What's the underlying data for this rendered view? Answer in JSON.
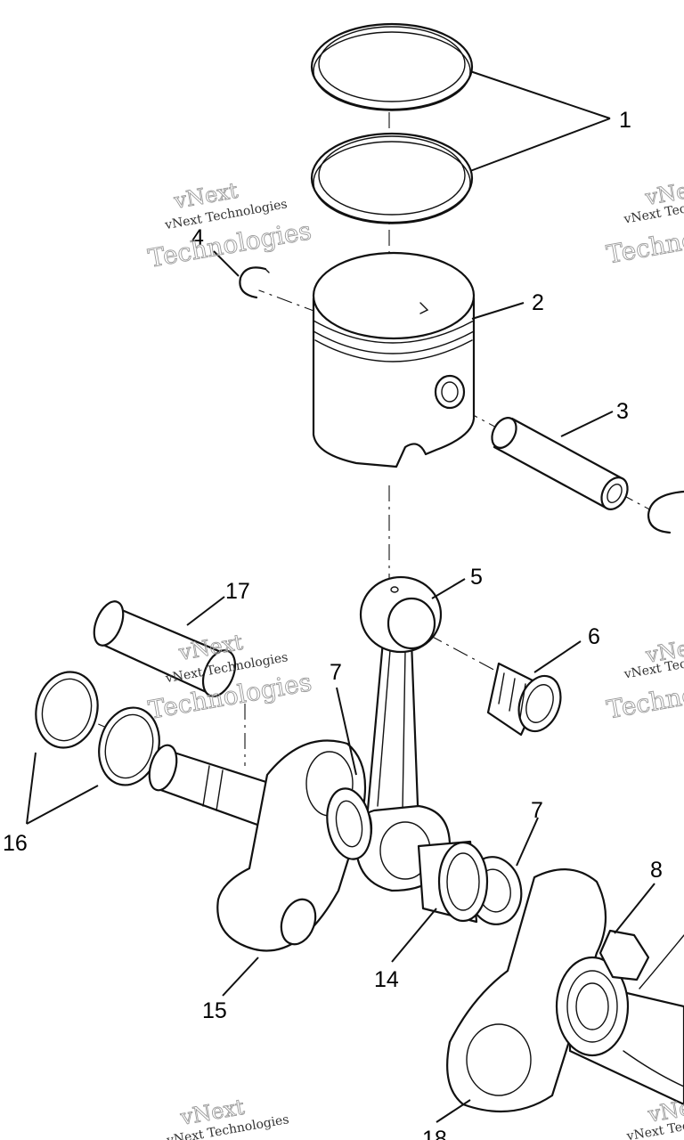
{
  "watermark": {
    "line_small": "vNext Technologies",
    "line_big_1": "vNext",
    "line_big_2": "Technologies"
  },
  "callouts": [
    {
      "id": "1",
      "label": "1"
    },
    {
      "id": "2",
      "label": "2"
    },
    {
      "id": "3",
      "label": "3"
    },
    {
      "id": "4",
      "label": "4"
    },
    {
      "id": "5",
      "label": "5"
    },
    {
      "id": "6",
      "label": "6"
    },
    {
      "id": "7a",
      "label": "7"
    },
    {
      "id": "7b",
      "label": "7"
    },
    {
      "id": "8",
      "label": "8"
    },
    {
      "id": "14",
      "label": "14"
    },
    {
      "id": "15",
      "label": "15"
    },
    {
      "id": "16",
      "label": "16"
    },
    {
      "id": "17",
      "label": "17"
    },
    {
      "id": "18",
      "label": "18"
    }
  ]
}
